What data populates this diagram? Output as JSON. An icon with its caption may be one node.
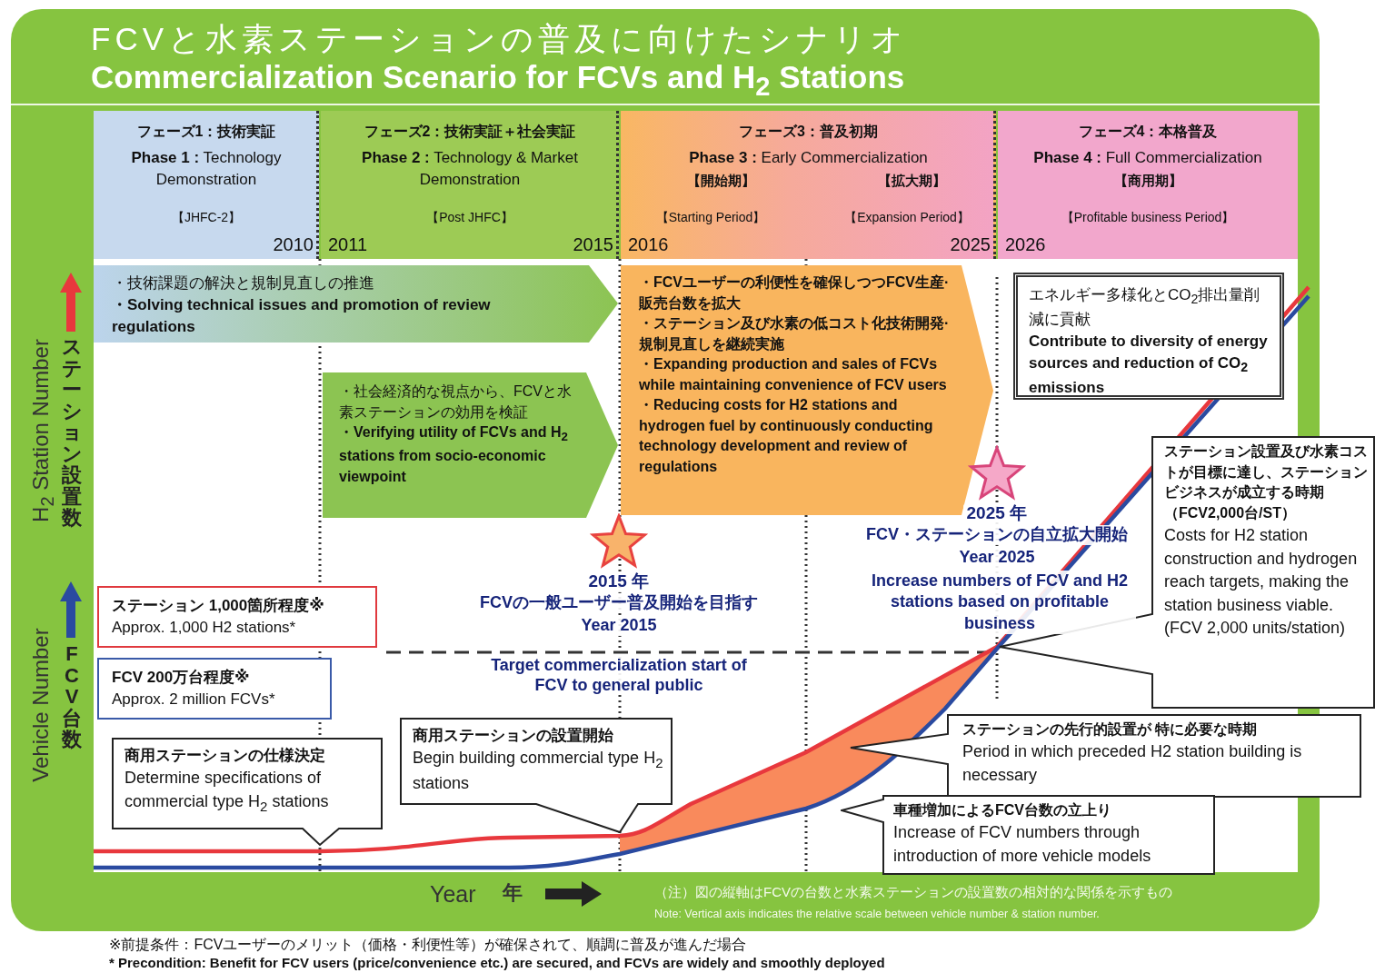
{
  "diagram": {
    "title": "FCVと水素ステーションの普及に向けたシナリオ Commercialization Scenario for FCVs and H$_{2}$ Stations",
    "nodes": [
      {
        "text": [
          "フェーズ1：技術実証",
          "**Phase 1 :** Technology Demonstration",
          "【JHFC-2】",
          "2010"
        ]
      },
      {
        "text": [
          "フェーズ2：技術実証＋社会実証",
          "**Phase 2 :** Technology & Market Demonstration",
          "【Post JHFC】",
          "2011",
          "2015"
        ]
      },
      {
        "text": [
          "フェーズ3：普及初期",
          "**Phase 3 :** Early Commercialization",
          "【開始期】",
          "【拡大期】",
          "【Starting Period】",
          "【Expansion Period】",
          "2016",
          "2025"
        ]
      },
      {
        "text": [
          "フェーズ4：本格普及",
          "**Phase 4 :** Full Commercialization",
          "【商用期】",
          "【Profitable business Period】",
          "2026"
        ]
      },
      {
        "text": [
          "・技術課題の解決と規制見直しの推進",
          "・Solving technical issues and promotion of review regulations"
        ]
      },
      {
        "text": [
          "・社会経済的な視点から、FCVと水素ステーションの効用を検証",
          "・Verifying utility of FCVs and H$_{2}$ stations from socio-economic viewpoint"
        ]
      },
      {
        "text": [
          "・FCVユーザーの利便性を確保しつつFCV生産·販売台数を拡大",
          "・ステーション及び水素の低コスト化技術開発·規制見直しを継続実施",
          "・Expanding production and sales of FCVs while maintaining convenience of FCV users",
          "・Reducing costs for H2 stations and hydrogen fuel by continuously conducting technology development and review of regulations"
        ]
      },
      {
        "text": [
          "エネルギー多様化とCO$_{2}$排出量削減に貢献",
          "Contribute to diversity of energy sources and reduction of CO$_{2}$ emissions"
        ]
      },
      {
        "text": [
          "ステーション 1,000箇所程度※",
          "Approx. 1,000 H2 stations*"
        ]
      },
      {
        "text": [
          "FCV 200万台程度※",
          "Approx. 2 million FCVs*"
        ]
      },
      {
        "text": [
          "商用ステーションの仕様決定",
          "Determine specifications of commercial type H$_{2}$ stations"
        ]
      },
      {
        "text": [
          "商用ステーションの設置開始",
          "Begin building commercial type H$_{2}$ stations"
        ]
      },
      {
        "text": [
          "ステーション設置及び水素コストが目標に達し、ステーションビジネスが成立する時期",
          "（FCV2,000台/ST）",
          "Costs for H2 station construction and hydrogen reach targets, making the station business viable.",
          "(FCV 2,000 units/station)"
        ]
      },
      {
        "text": [
          "ステーションの先行的設置が 特に必要な時期",
          "Period in which preceded H2 station building is necessary"
        ]
      },
      {
        "text": [
          "車種増加によるFCV台数の立上り",
          "Increase of FCV numbers through introduction of more vehicle models"
        ]
      },
      {
        "text": [],
        "shape": "star",
        "beside": [
          "2015 年",
          "FCVの一般ユーザー普及開始を目指す",
          "Year 2015",
          "Target commercialization start of FCV to general public"
        ]
      },
      {
        "text": [],
        "shape": "star",
        "beside": [
          "2025 年",
          "FCV・ステーションの自立拡大開始",
          "Year 2025"
        ]
      }
    ],
    "labels": [
      "H$_{2}$ Station Number",
      "ステーション設置数",
      "Vehicle Number",
      "FCV台数",
      "Year",
      "年",
      "（注）図の縦軸はFCVの台数と水素ステーションの設置数の相対的な関係を示すもの",
      "Note: Vertical axis indicates the relative scale between vehicle number & station number.",
      "※前提条件：FCVユーザーのメリット（価格・利便性等）が確保されて、順調に普及が進んだ場合",
      "* Precondition: Benefit for FCV users (price/convenience etc.) are secured, and FCVs are widely and smoothly deployed",
      "Increase numbers of FCV and H2 stations based on profitable business"
    ]
  }
}
